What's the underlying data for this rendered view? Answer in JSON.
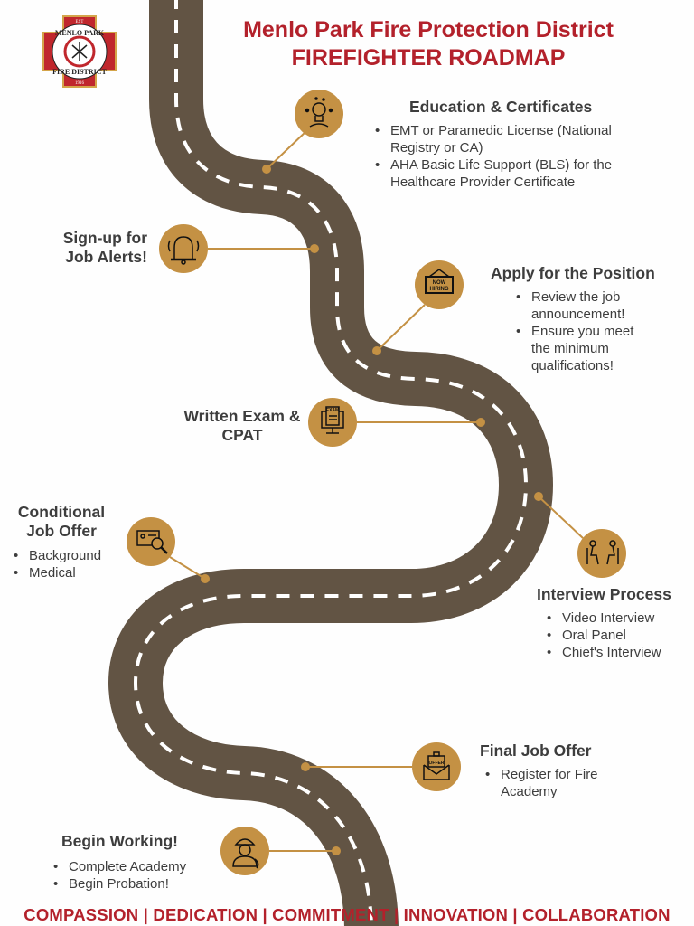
{
  "header": {
    "title_line1": "Menlo Park Fire Protection District",
    "title_line2": "FIREFIGHTER ROADMAP"
  },
  "logo": {
    "text_top": "MENLO PARK",
    "text_bottom": "FIRE DISTRICT",
    "est": "EST",
    "year": "1916"
  },
  "colors": {
    "road": "#625444",
    "accent": "#c49144",
    "brand_red": "#b3212b"
  },
  "steps": [
    {
      "title": "Education & Certificates",
      "icon": "lightbulb-icon",
      "bullets": [
        "EMT or Paramedic License (National Registry or CA)",
        "AHA Basic Life Support (BLS) for the Healthcare Provider Certificate"
      ]
    },
    {
      "title": "Sign-up for Job Alerts!",
      "icon": "bell-icon",
      "bullets": []
    },
    {
      "title": "Apply for the Position",
      "icon": "now-hiring-sign-icon",
      "icon_text": "NOW HIRING",
      "bullets": [
        "Review the job announcement!",
        "Ensure you meet the minimum qualifications!"
      ]
    },
    {
      "title": "Written Exam & CPAT",
      "icon": "exam-computer-icon",
      "icon_text": "EXAM",
      "bullets": []
    },
    {
      "title": "Conditional Job Offer",
      "icon": "background-check-icon",
      "bullets": [
        "Background",
        "Medical"
      ]
    },
    {
      "title": "Interview Process",
      "icon": "interview-icon",
      "bullets": [
        "Video Interview",
        "Oral Panel",
        "Chief's Interview"
      ]
    },
    {
      "title": "Final Job Offer",
      "icon": "offer-letter-icon",
      "icon_text": "OFFER",
      "bullets": [
        "Register for Fire Academy"
      ]
    },
    {
      "title": "Begin Working!",
      "icon": "firefighter-icon",
      "bullets": [
        "Complete Academy",
        "Begin Probation!"
      ]
    }
  ],
  "footer": {
    "values": "COMPASSION | DEDICATION | COMMITMENT | INNOVATION | COLLABORATION"
  }
}
